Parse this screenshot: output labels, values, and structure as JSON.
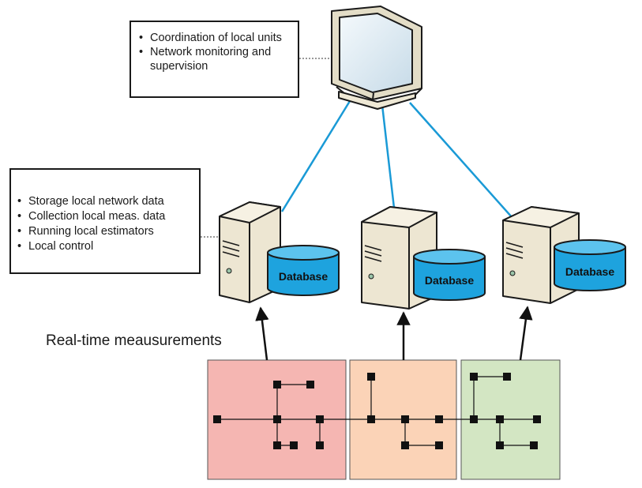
{
  "coordinator": {
    "bullets": [
      "Coordination of local units",
      "Network monitoring and supervision"
    ]
  },
  "local_unit": {
    "bullets": [
      "Storage local network data",
      "Collection local meas. data",
      "Running local estimators",
      "Local control"
    ]
  },
  "measurements_label": "Real-time meausurements",
  "databases": [
    "Database",
    "Database",
    "Database"
  ],
  "colors": {
    "link": "#1a9ad6",
    "database_fill": "#1ea3de",
    "area_1": "#f5b6b2",
    "area_2": "#fbd3b7",
    "area_3": "#d3e6c3",
    "server_body": "#ede6d2"
  }
}
